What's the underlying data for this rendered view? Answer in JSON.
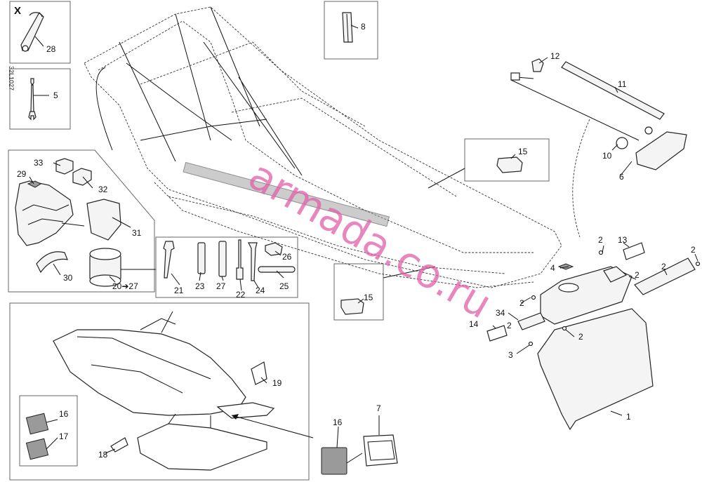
{
  "drawing_code": "32L1027",
  "section_marker": "X",
  "watermark": "armada.co.ru",
  "callouts": [
    "28",
    "5",
    "33",
    "29",
    "32",
    "31",
    "30",
    "20➔27",
    "21",
    "23",
    "27",
    "22",
    "24",
    "25",
    "26",
    "8",
    "12",
    "11",
    "10",
    "6",
    "15",
    "15",
    "4",
    "2",
    "13",
    "2",
    "2",
    "2",
    "2",
    "34",
    "14",
    "2",
    "2",
    "3",
    "1",
    "16",
    "17",
    "18",
    "19",
    "16",
    "7"
  ],
  "colors": {
    "line": "#111111",
    "box": "#666666",
    "watermark": "#e060a8",
    "fill": "#f4f4f4"
  }
}
